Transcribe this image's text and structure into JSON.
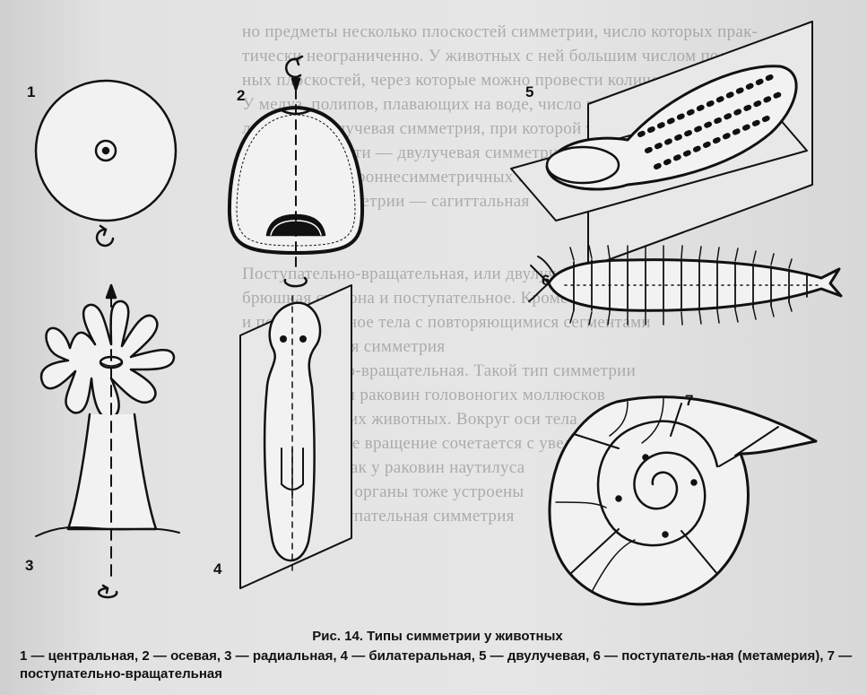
{
  "background_text": [
    "но предметы несколько плоскостей симметрии, число которых прак-",
    "тически неограниченно. У животных с ней большим числом постоян-",
    "ных плоскостей, через которые можно провести количество плоскостей,",
    "У медуз, полипов, плавающих на воде, число плоскостей",
    "лучей — двулучевая симметрия, при которой только две",
    "ки две плоскости — двулучевая симметрия (рис. 14, 5).",
    "лески, у двустороннесимметричных организмов лишь одна",
    "плоскость симметрии — сагиттальная",
    "",
    "",
    "Поступательно-вращательная, или двулучевая",
    "брюшная сторона и поступательное. Кроме того, имеется",
    "и поступательное тела с повторяющимися сегментами",
    "поступательная симметрия",
    "Поступательно-вращательная. Такой тип симметрии",
    "характерен для раковин головоногих моллюсков",
    "и многих других животных. Вокруг оси тела",
    "поступательное вращение сочетается с увеличением размеров.",
    "правильный, как у раковин наутилуса",
    "часто. Многие органы тоже устроены",
    "деления, поступательная симметрия"
  ],
  "figure_numbers": [
    "1",
    "2",
    "3",
    "4",
    "5",
    "6",
    "7"
  ],
  "caption": {
    "title": "Рис. 14. Типы симметрии у животных",
    "body": "1 — центральная, 2 — осевая, 3 — радиальная, 4 — билатеральная, 5 — двулучевая, 6 — поступатель-ная (метамерия), 7 — поступательно-вращательная"
  },
  "colors": {
    "ink": "#111111",
    "paper": "#e2e2e2",
    "faint_text": "#7c7c7c"
  }
}
